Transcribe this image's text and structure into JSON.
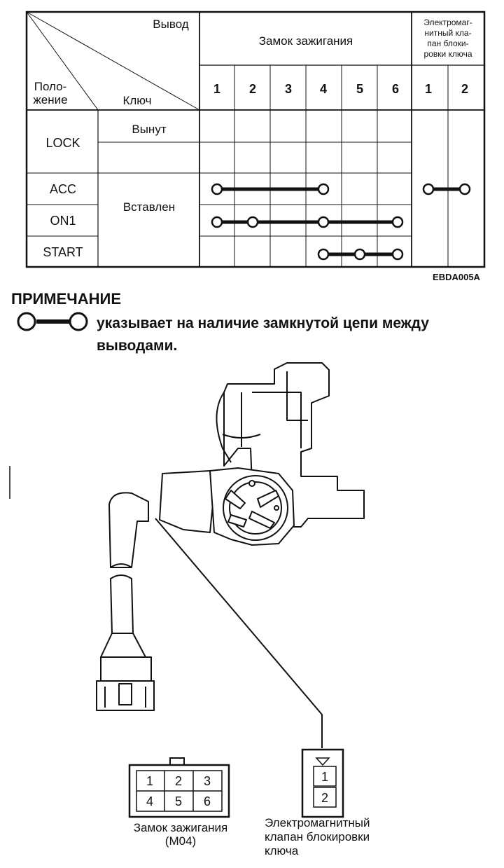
{
  "table": {
    "header_output": "Вывод",
    "header_position": [
      "Поло-",
      "жение"
    ],
    "header_key": "Ключ",
    "header_ignition": "Замок зажигания",
    "header_valve": [
      "Электромаг-",
      "нитный кла-",
      "пан блоки-",
      "ровки ключа"
    ],
    "ignition_terminals": [
      "1",
      "2",
      "3",
      "4",
      "5",
      "6"
    ],
    "valve_terminals": [
      "1",
      "2"
    ],
    "positions": [
      "LOCK",
      "ACC",
      "ON1",
      "START"
    ],
    "key_removed": "Вынут",
    "key_inserted": "Вставлен",
    "connections": {
      "ACC": {
        "ignition": [
          1,
          4
        ],
        "valve": [
          1,
          2
        ]
      },
      "ON1": {
        "ignition": [
          1,
          2,
          4,
          6
        ]
      },
      "START": {
        "ignition": [
          4,
          5,
          6
        ]
      }
    },
    "figure_code": "EBDA005A"
  },
  "note": {
    "title": "ПРИМЕЧАНИЕ",
    "text": "указывает на наличие замкнутой цепи между выводами."
  },
  "connectors": {
    "ignition_pins": [
      "1",
      "2",
      "3",
      "4",
      "5",
      "6"
    ],
    "ignition_label": [
      "Замок зажигания",
      "(M04)"
    ],
    "valve_pins": [
      "1",
      "2"
    ],
    "valve_label": [
      "Электромагнитный",
      "клапан блокировки",
      "ключа"
    ]
  }
}
